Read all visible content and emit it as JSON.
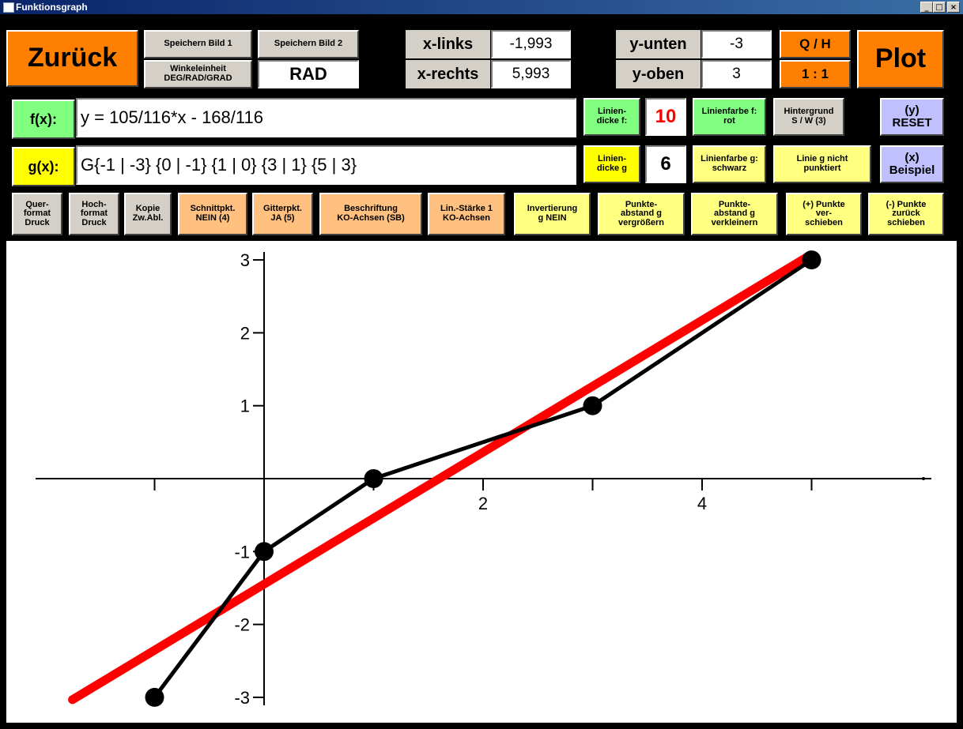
{
  "window": {
    "title": "Funktionsgraph"
  },
  "buttons": {
    "zurueck": "Zurück",
    "save1": "Speichern Bild 1",
    "save2": "Speichern Bild 2",
    "winkel": "Winkeleinheit\nDEG/RAD/GRAD",
    "qh": "Q / H",
    "ratio": "1 : 1",
    "plot": "Plot",
    "linienfarbe_f": "Linienfarbe f:\nrot",
    "hintergrund": "Hintergrund\nS / W (3)",
    "reset": "(y)\nRESET",
    "linienfarbe_g": "Linienfarbe g:\nschwarz",
    "linie_g": "Linie g nicht\npunktiert",
    "beispiel": "(x)\nBeispiel",
    "querformat": "Quer-\nformat\nDruck",
    "hochformat": "Hoch-\nformat\nDruck",
    "kopie": "Kopie\nZw.Abl.",
    "schnittpkt": "Schnittpkt.\nNEIN (4)",
    "gitterpkt": "Gitterpkt.\nJA (5)",
    "beschriftung": "Beschriftung\nKO-Achsen  (SB)",
    "linstaerke": "Lin.-Stärke 1\nKO-Achsen",
    "invertierung": "Invertierung\ng  NEIN",
    "vergroessern": "Punkte-\nabstand g\nvergrößern",
    "verkleinern": "Punkte-\nabstand g\nverkleinern",
    "verschieben": "(+) Punkte\nver-\nschieben",
    "zurueckschieben": "(-) Punkte\nzurück\nschieben"
  },
  "angle_unit": "RAD",
  "range": {
    "x_links_label": "x-links",
    "x_links": "-1,993",
    "x_rechts_label": "x-rechts",
    "x_rechts": "5,993",
    "y_unten_label": "y-unten",
    "y_unten": "-3",
    "y_oben_label": "y-oben",
    "y_oben": "3"
  },
  "f": {
    "label": "f(x):",
    "expr": "y = 105/116*x - 168/116",
    "dicke_label": "Linien-\ndicke f:",
    "dicke": "10",
    "color": "#ff0000"
  },
  "g": {
    "label": "g(x):",
    "expr": "G{-1 | -3} {0 | -1} {1 | 0} {3 | 1} {5 | 3}",
    "dicke_label": "Linien-\ndicke g",
    "dicke": "6",
    "color": "#000000"
  },
  "chart_data": {
    "type": "line",
    "xlim": [
      -1.993,
      5.993
    ],
    "ylim": [
      -3,
      3
    ],
    "x_ticks": [
      -1,
      0,
      1,
      2,
      3,
      4,
      5
    ],
    "x_tick_labels": [
      {
        "x": 2,
        "label": "2"
      },
      {
        "x": 4,
        "label": "4"
      }
    ],
    "y_ticks": [
      -3,
      -2,
      -1,
      1,
      2,
      3
    ],
    "y_tick_labels": [
      "-3",
      "-2",
      "-1",
      "1",
      "2",
      "3"
    ],
    "series": [
      {
        "type": "function",
        "slope": 0.9052,
        "intercept": -1.4483,
        "x_from": -1.75,
        "x_to": 4.99,
        "color": "#ff0000"
      },
      {
        "type": "points",
        "x": [
          -1,
          0,
          1,
          3,
          5
        ],
        "y": [
          -3,
          -1,
          0,
          1,
          3
        ],
        "color": "#000000"
      }
    ]
  }
}
